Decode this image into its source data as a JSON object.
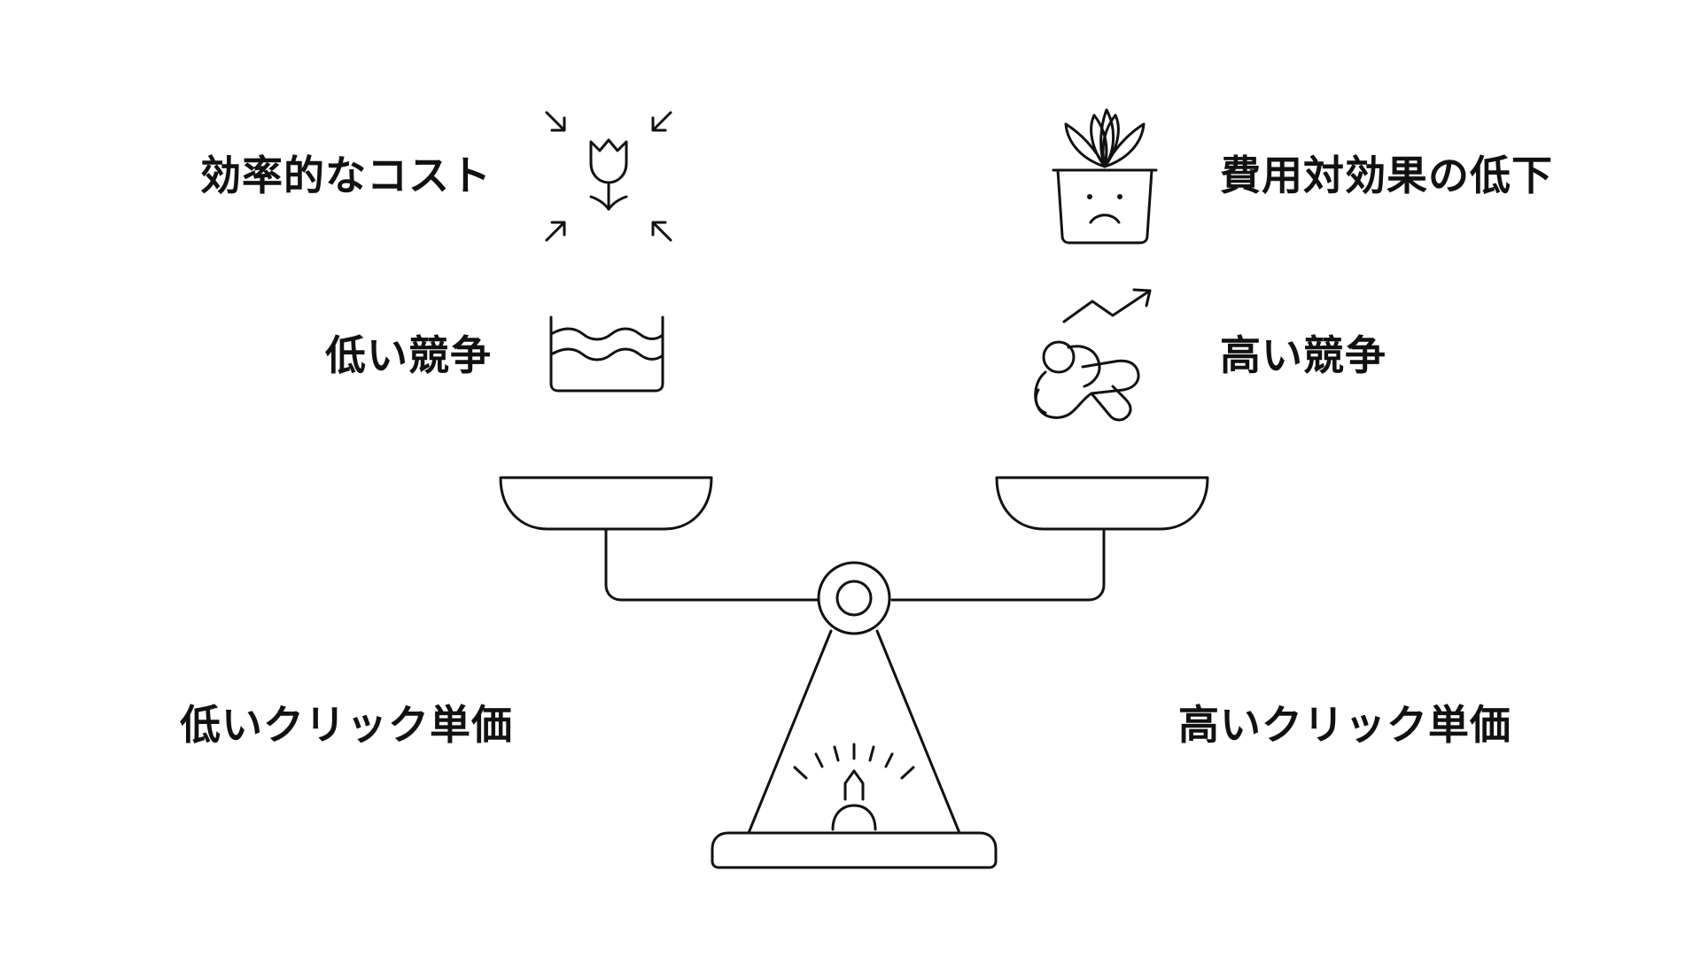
{
  "left": {
    "top_label": "効率的なコスト",
    "middle_label": "低い競争",
    "bottom_label": "低いクリック単価"
  },
  "right": {
    "top_label": "費用対効果の低下",
    "middle_label": "高い競争",
    "bottom_label": "高いクリック単価"
  },
  "icons": {
    "left_top": "shrinking-flower-icon",
    "left_middle": "calm-water-icon",
    "right_top": "sad-plant-pot-icon",
    "right_middle": "exhausted-person-trend-icon",
    "center": "balance-scale-icon"
  },
  "colors": {
    "ink": "#111111",
    "background": "#ffffff"
  }
}
